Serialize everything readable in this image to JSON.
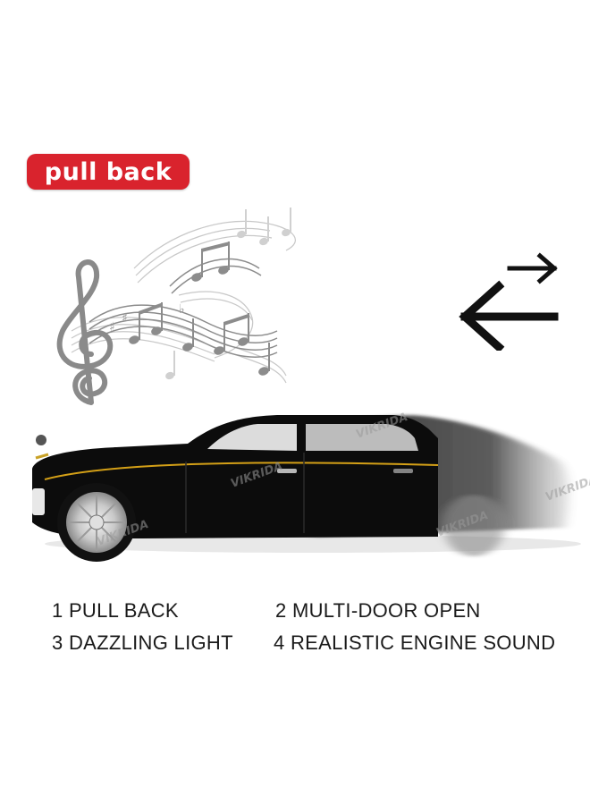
{
  "badge": {
    "label": "pull back",
    "color": "#d9232d"
  },
  "icons": {
    "music": "music-notes-icon",
    "arrows": "pull-back-arrows-icon"
  },
  "watermark": "VIKRIDA",
  "features": [
    {
      "label": "1 PULL BACK"
    },
    {
      "label": "2  MULTI-DOOR OPEN"
    },
    {
      "label": "3 DAZZLING LIGHT"
    },
    {
      "label": "4 REALISTIC ENGINE SOUND"
    }
  ],
  "car": {
    "body_color": "#0c0c0c",
    "trim_color": "#d4a017"
  }
}
